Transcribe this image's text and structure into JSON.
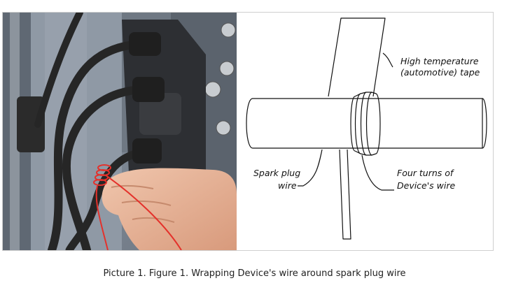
{
  "figure": {
    "diagram_labels": {
      "tape_line1": "High temperature",
      "tape_line2": "(automotive) tape",
      "wire_line1": "Spark plug",
      "wire_line2": "wire",
      "turns_line1": "Four turns of",
      "turns_line2": "Device's wire"
    },
    "caption": "Picture 1. Figure 1. Wrapping Device's wire around spark plug wire"
  },
  "colors": {
    "engine_block": "#8c96a2",
    "wire_black": "#2a2a2a",
    "device_wire_red": "#e4312b",
    "skin": "#e7b49a"
  }
}
